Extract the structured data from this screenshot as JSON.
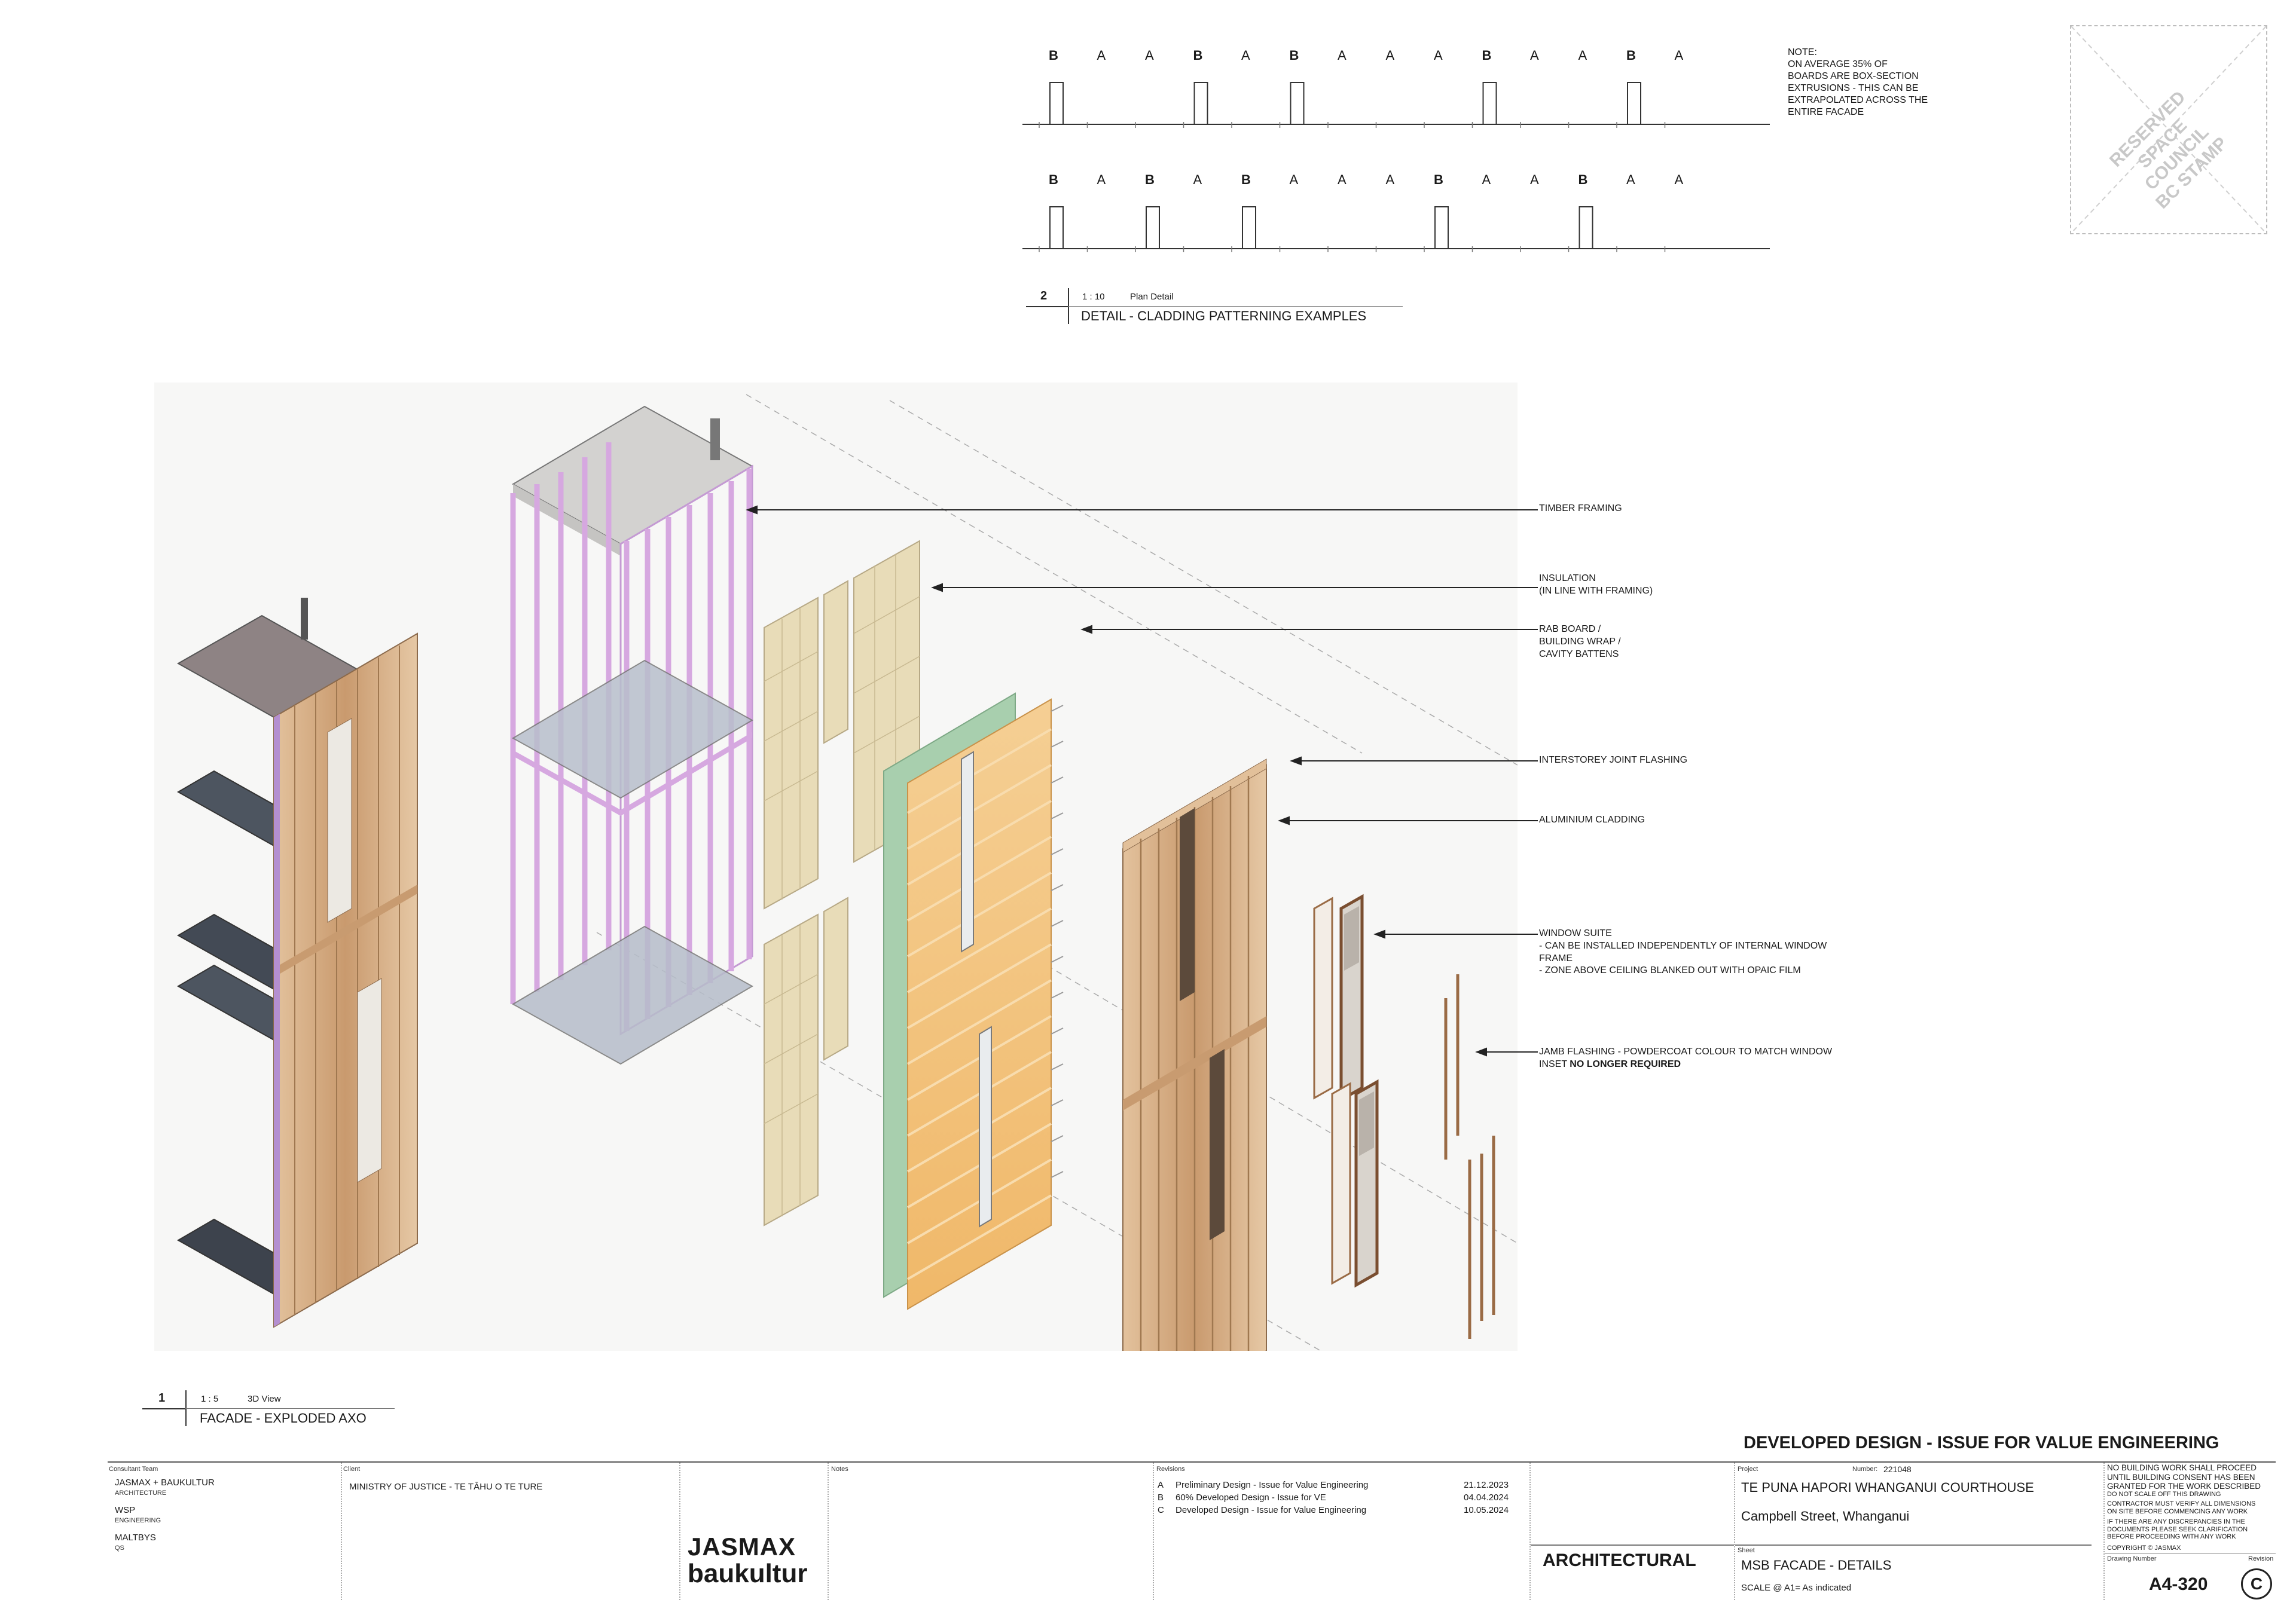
{
  "detail2": {
    "number": "2",
    "scale": "1 : 10",
    "view_type": "Plan Detail",
    "title": "DETAIL - CLADDING PATTERNING EXAMPLES",
    "row1": [
      "B",
      "A",
      "A",
      "B",
      "A",
      "B",
      "A",
      "A",
      "A",
      "B",
      "A",
      "A",
      "B",
      "A"
    ],
    "row2": [
      "B",
      "A",
      "B",
      "A",
      "B",
      "A",
      "A",
      "A",
      "B",
      "A",
      "A",
      "B",
      "A",
      "A"
    ],
    "note": "NOTE:\nON AVERAGE 35% OF\nBOARDS ARE BOX-SECTION\nEXTRUSIONS - THIS CAN BE\nEXTRAPOLATED ACROSS THE\nENTIRE FACADE"
  },
  "stamp": {
    "text": "RESERVED SPACE\nCOUNCIL\nBC STAMP"
  },
  "callouts": [
    {
      "id": "timber-framing",
      "text": "TIMBER FRAMING"
    },
    {
      "id": "insulation",
      "text": "INSULATION\n(IN LINE WITH FRAMING)"
    },
    {
      "id": "rab-board",
      "text": "RAB BOARD /\nBUILDING WRAP /\nCAVITY BATTENS"
    },
    {
      "id": "interstorey-flashing",
      "text": "INTERSTOREY JOINT FLASHING"
    },
    {
      "id": "aluminium-cladding",
      "text": "ALUMINIUM CLADDING"
    },
    {
      "id": "window-suite",
      "text": "WINDOW SUITE\n-    CAN BE INSTALLED  INDEPENDENTLY OF INTERNAL WINDOW\n      FRAME\n-    ZONE ABOVE CEILING BLANKED OUT WITH OPAIC FILM"
    },
    {
      "id": "jamb-flashing",
      "text": "JAMB FLASHING - POWDERCOAT COLOUR TO MATCH WINDOW\nINSET ",
      "emphasis": "NO LONGER REQUIRED"
    }
  ],
  "detail1": {
    "number": "1",
    "scale": "1 : 5",
    "view_type": "3D View",
    "title": "FACADE - EXPLODED AXO"
  },
  "titleblock": {
    "banner": "DEVELOPED DESIGN - ISSUE FOR VALUE ENGINEERING",
    "consultant_label": "Consultant Team",
    "consultants": [
      {
        "name": "JASMAX + BAUKULTUR",
        "role": "ARCHITECTURE"
      },
      {
        "name": "WSP",
        "role": "ENGINEERING"
      },
      {
        "name": "MALTBYS",
        "role": "QS"
      }
    ],
    "client_label": "Client",
    "client": "MINISTRY OF JUSTICE - TE TĀHU O TE TURE",
    "notes_label": "Notes",
    "logo_line1": "JASMAX",
    "logo_line2": "baukultur",
    "revisions_label": "Revisions",
    "revisions": [
      {
        "rev": "A",
        "desc": "Preliminary Design - Issue for Value Engineering",
        "date": "21.12.2023"
      },
      {
        "rev": "B",
        "desc": "60% Developed Design - Issue for VE",
        "date": "04.04.2024"
      },
      {
        "rev": "C",
        "desc": "Developed Design - Issue for Value Engineering",
        "date": "10.05.2024"
      }
    ],
    "discipline": "ARCHITECTURAL",
    "project_label": "Project",
    "number_label": "Number:",
    "project_number": "221048",
    "project_name": "TE PUNA HAPORI WHANGANUI COURTHOUSE",
    "project_address": "Campbell Street, Whanganui",
    "sheet_label": "Sheet",
    "sheet_name": "MSB FACADE - DETAILS",
    "scale_text": "SCALE @ A1=  As indicated",
    "disclaimers": [
      "NO BUILDING WORK SHALL PROCEED\nUNTIL BUILDING CONSENT HAS BEEN\nGRANTED FOR THE WORK DESCRIBED",
      "DO NOT SCALE OFF THIS DRAWING",
      "CONTRACTOR MUST VERIFY ALL DIMENSIONS\nON SITE BEFORE COMMENCING ANY WORK",
      "IF THERE ARE ANY DISCREPANCIES IN THE\nDOCUMENTS PLEASE SEEK CLARIFICATION\nBEFORE PROCEEDING WITH ANY WORK",
      "COPYRIGHT © JASMAX"
    ],
    "drawing_number_label": "Drawing Number",
    "revision_label": "Revision",
    "drawing_number": "A4-320",
    "revision": "C"
  },
  "colors": {
    "timber": "#d9b48c",
    "timber_dark": "#9a6b45",
    "framing": "#d6a8e0",
    "insulation": "#e8dcb8",
    "rab": "#a8cfae",
    "cladding_board": "#f2c27d"
  }
}
